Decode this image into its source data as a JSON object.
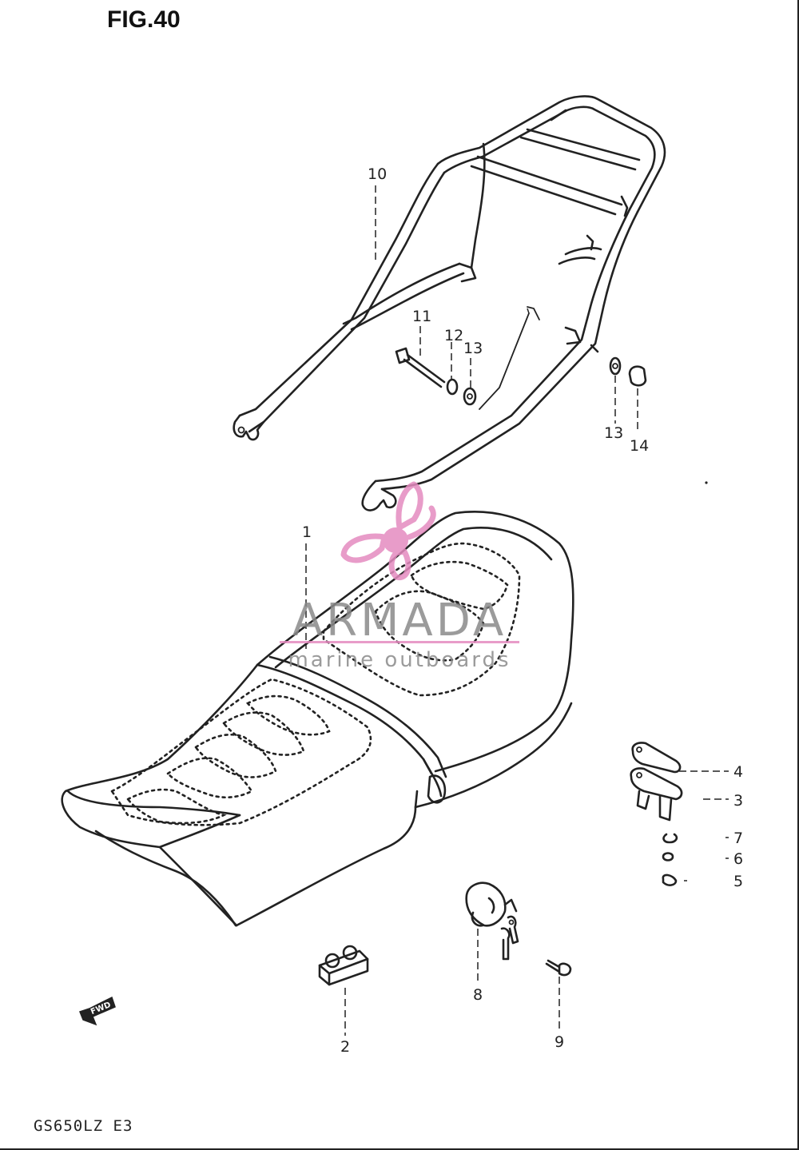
{
  "figure": {
    "title": "FIG.40",
    "model_code": "GS650LZ E3",
    "fwd_label": "FWD"
  },
  "watermark": {
    "brand": "ARMADA",
    "tagline": "marine outboards",
    "accent_color": "#e58bc0"
  },
  "callouts": [
    {
      "id": "part-1",
      "label": "1"
    },
    {
      "id": "part-2",
      "label": "2"
    },
    {
      "id": "part-3",
      "label": "3"
    },
    {
      "id": "part-4",
      "label": "4"
    },
    {
      "id": "part-5",
      "label": "5"
    },
    {
      "id": "part-6",
      "label": "6"
    },
    {
      "id": "part-7",
      "label": "7"
    },
    {
      "id": "part-8",
      "label": "8"
    },
    {
      "id": "part-9",
      "label": "9"
    },
    {
      "id": "part-10",
      "label": "10"
    },
    {
      "id": "part-11",
      "label": "11"
    },
    {
      "id": "part-12",
      "label": "12"
    },
    {
      "id": "part-13a",
      "label": "13"
    },
    {
      "id": "part-13b",
      "label": "13"
    },
    {
      "id": "part-14",
      "label": "14"
    }
  ]
}
